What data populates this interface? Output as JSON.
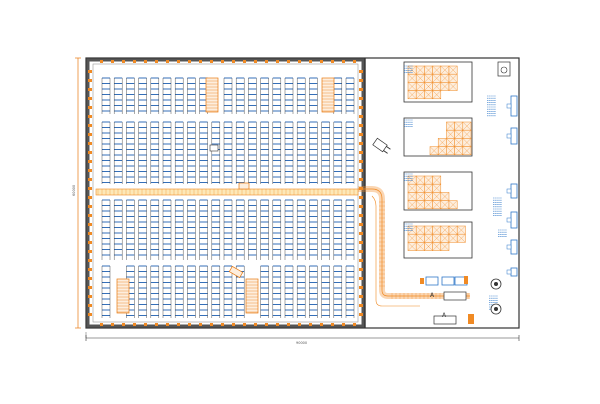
{
  "plan": {
    "dim_width_label": "90000",
    "dim_height_label": "60000",
    "zone_letters": [
      "A",
      "A"
    ],
    "colors": {
      "wall": "#333333",
      "wall_fill": "#e9e9e9",
      "rack_blue": "#1f5fb0",
      "rack_dark": "#2a2a2a",
      "accent_orange": "#f08a24",
      "conveyor_fill": "#fde8b8",
      "pallet_fill": "#fdeede",
      "dock_blue": "#2f78c9",
      "dim_orange": "#e87a10"
    },
    "icons": [
      "forklift-icon",
      "pallet-jack-icon",
      "truck-dock-icon",
      "charging-station-icon",
      "conveyor-icon"
    ]
  }
}
